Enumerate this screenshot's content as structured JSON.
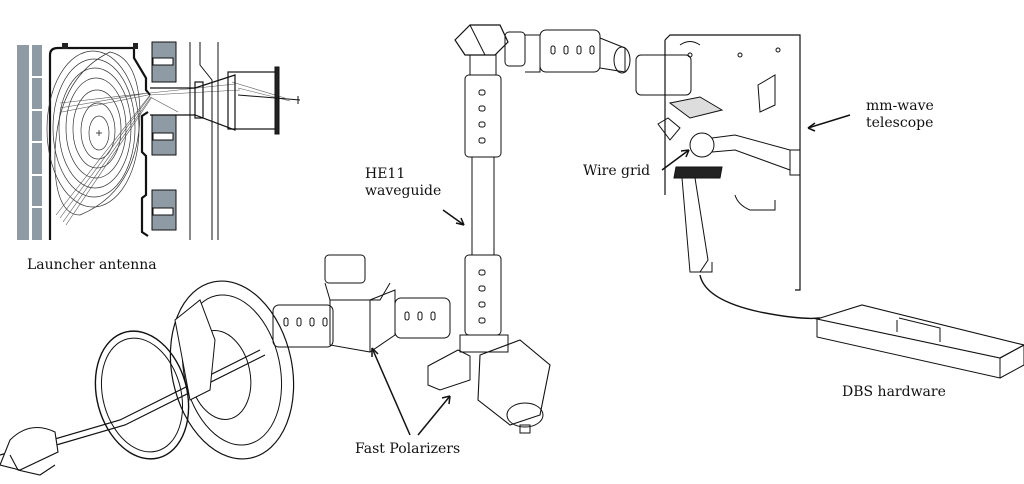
{
  "figure": {
    "type": "engineering-schematic",
    "labels": {
      "launcher_antenna": "Launcher antenna",
      "he11_line1": "HE11",
      "he11_line2": "waveguide",
      "wire_grid": "Wire grid",
      "mm_wave_line1": "mm-wave",
      "mm_wave_line2": "telescope",
      "fast_polarizers": "Fast Polarizers",
      "dbs_hardware": "DBS hardware"
    },
    "colors": {
      "line": "#111111",
      "coil_fill": "#8e9aa4",
      "background": "#ffffff"
    }
  }
}
